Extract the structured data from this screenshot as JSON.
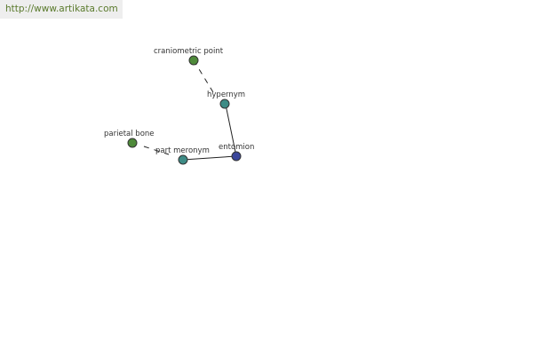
{
  "header": {
    "url_text": "http://www.artikata.com"
  },
  "graph": {
    "nodes": [
      {
        "id": "craniometric",
        "label": "craniometric point",
        "color": "#4e8a3a"
      },
      {
        "id": "hypernym",
        "label": "hypernym",
        "color": "#3e8c86"
      },
      {
        "id": "entomion",
        "label": "entomion",
        "color": "#3a469a"
      },
      {
        "id": "partmeronym",
        "label": "part meronym",
        "color": "#3e8c86"
      },
      {
        "id": "parietal",
        "label": "parietal bone",
        "color": "#4e8a3a"
      }
    ],
    "edges": [
      {
        "from": "craniometric",
        "to": "hypernym",
        "style": "dashed"
      },
      {
        "from": "hypernym",
        "to": "entomion",
        "style": "solid"
      },
      {
        "from": "entomion",
        "to": "partmeronym",
        "style": "solid"
      },
      {
        "from": "partmeronym",
        "to": "parietal",
        "style": "dashed"
      }
    ]
  }
}
